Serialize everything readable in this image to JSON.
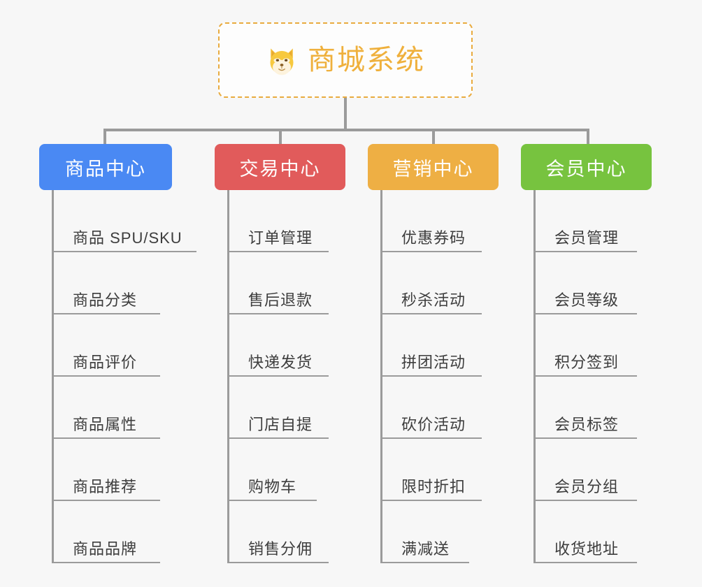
{
  "root": {
    "title": "商城系统",
    "emoji_name": "shiba-dog-face-emoji",
    "border_color": "#e9ab3f",
    "title_color": "#efb03c"
  },
  "page": {
    "background_color": "#f7f7f7",
    "connector_color": "#9b9b9b",
    "leaf_text_color": "#3d3d3d"
  },
  "columns": [
    {
      "header": "商品中心",
      "color": "#4a89f3",
      "items": [
        "商品 SPU/SKU",
        "商品分类",
        "商品评价",
        "商品属性",
        "商品推荐",
        "商品品牌"
      ]
    },
    {
      "header": "交易中心",
      "color": "#e15b5b",
      "items": [
        "订单管理",
        "售后退款",
        "快递发货",
        "门店自提",
        "购物车",
        "销售分佣"
      ]
    },
    {
      "header": "营销中心",
      "color": "#eeaf44",
      "items": [
        "优惠券码",
        "秒杀活动",
        "拼团活动",
        "砍价活动",
        "限时折扣",
        "满减送"
      ]
    },
    {
      "header": "会员中心",
      "color": "#77c33f",
      "items": [
        "会员管理",
        "会员等级",
        "积分签到",
        "会员标签",
        "会员分组",
        "收货地址"
      ]
    }
  ]
}
